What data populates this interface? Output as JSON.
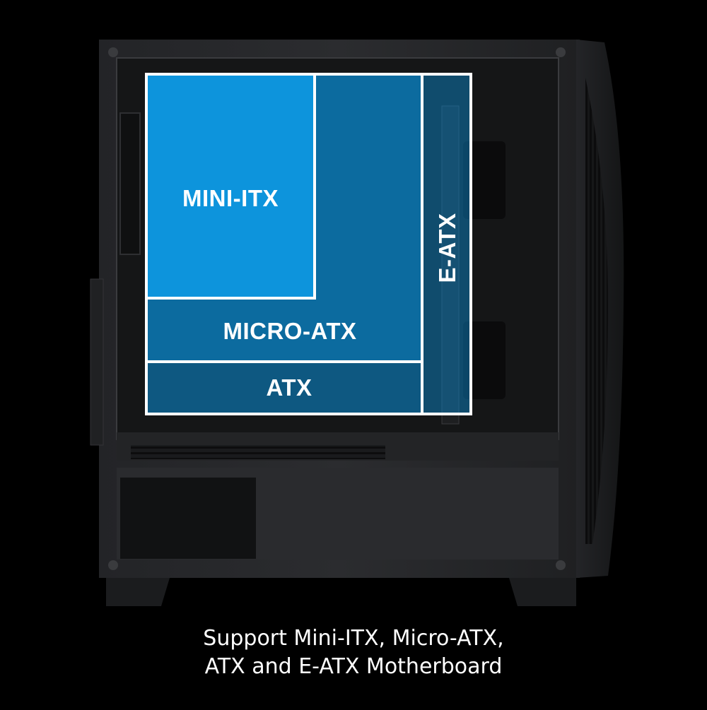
{
  "colors": {
    "background": "#000000",
    "case_body": "#1e1f21",
    "case_panel": "#2a2b2e",
    "overlay_blue": "#0a8fd8",
    "overlay_blue_light": "#0e9be6",
    "outline": "#ffffff"
  },
  "form_factors": {
    "mini_itx": "MINI-ITX",
    "micro_atx": "MICRO-ATX",
    "atx": "ATX",
    "e_atx": "E-ATX"
  },
  "caption": {
    "line1": "Support Mini-ITX, Micro-ATX,",
    "line2": "ATX and E-ATX Motherboard"
  }
}
